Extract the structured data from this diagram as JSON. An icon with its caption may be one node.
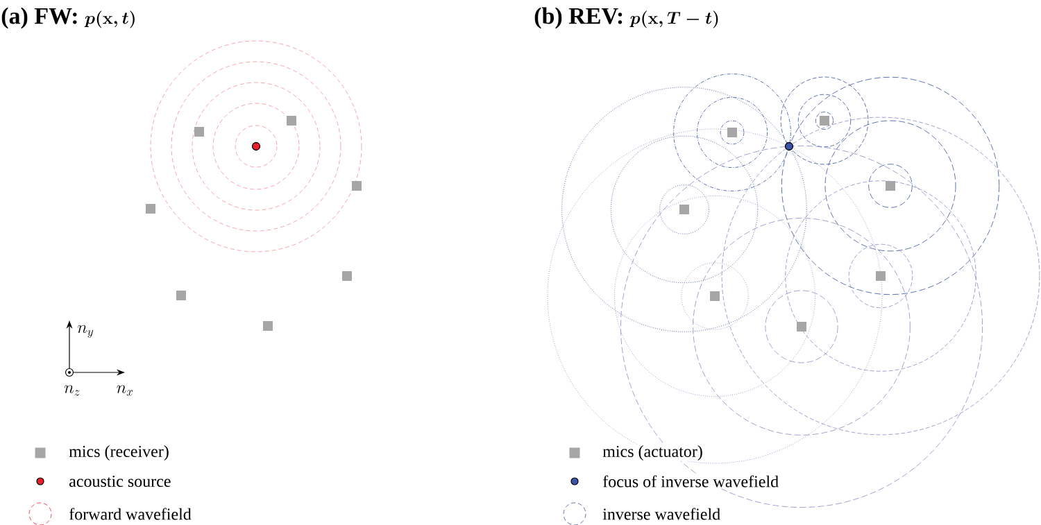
{
  "diagram": {
    "labels": [
      "\\textbf{(a) FW:}\\ \\boldsymbol{p(\\mathbf{x},t)}",
      "\\textbf{(b) REV:}\\ \\boldsymbol{p(\\mathbf{x},T-t)}",
      "n_y",
      "n_z",
      "n_x"
    ],
    "legend": [
      {
        "text": "mics (receiver)"
      },
      {
        "text": "acoustic source"
      },
      {
        "text": "forward wavefield"
      },
      {
        "text": "mics (actuator)"
      },
      {
        "text": "focus of inverse wavefield"
      },
      {
        "text": "inverse wavefield"
      }
    ]
  }
}
